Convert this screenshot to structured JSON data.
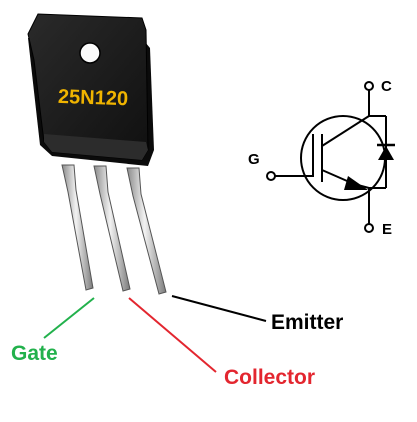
{
  "transistor": {
    "part_number": "25N120"
  },
  "pins": {
    "gate": "Gate",
    "collector": "Collector",
    "emitter": "Emitter"
  },
  "symbol": {
    "collector_letter": "C",
    "gate_letter": "G",
    "emitter_letter": "E"
  },
  "colors": {
    "package_body": "#1a1a1a",
    "part_number_text": "#f0b400",
    "gate_callout": "#22b14c",
    "collector_callout": "#e3262f",
    "emitter_callout": "#000000",
    "leads": "#b8b8b8"
  }
}
